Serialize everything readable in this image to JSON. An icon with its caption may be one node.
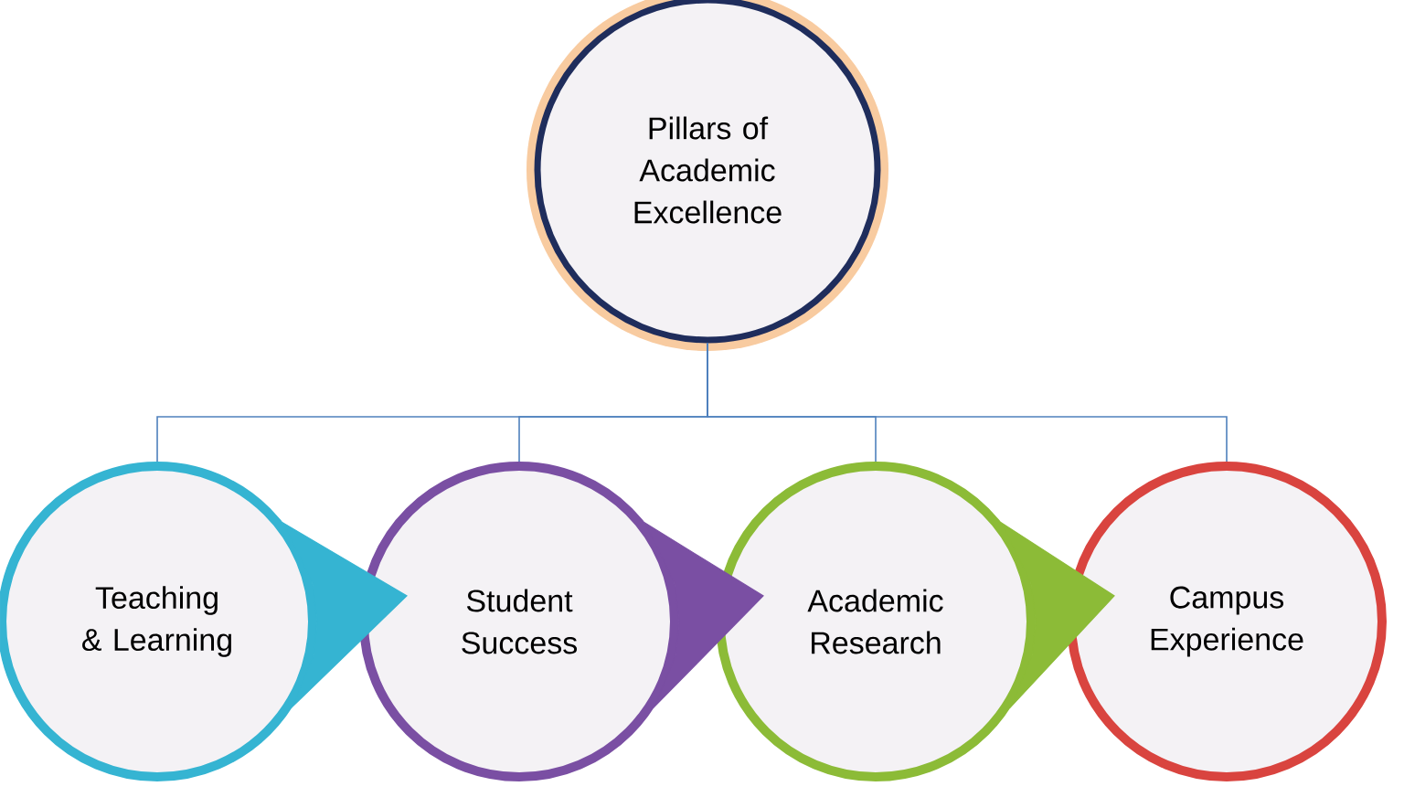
{
  "diagram": {
    "nodes": [
      {
        "text": [
          "Pillars of Academic Excellence"
        ]
      },
      {
        "text": [
          "Teaching & Learning"
        ]
      },
      {
        "text": [
          "Student Success"
        ]
      },
      {
        "text": [
          "Academic Research"
        ]
      },
      {
        "text": [
          "Campus Experience"
        ]
      }
    ],
    "edges": [
      {
        "from": 0,
        "to": 1,
        "arrow": "none"
      },
      {
        "from": 0,
        "to": 2,
        "arrow": "none"
      },
      {
        "from": 0,
        "to": 3,
        "arrow": "none"
      },
      {
        "from": 0,
        "to": 4,
        "arrow": "none"
      },
      {
        "from": 1,
        "to": 2,
        "arrow": "to",
        "color": "#35b4d2"
      },
      {
        "from": 2,
        "to": 3,
        "arrow": "to",
        "color": "#7a4fa3"
      },
      {
        "from": 3,
        "to": 4,
        "arrow": "to",
        "color": "#8cbb37"
      }
    ]
  }
}
